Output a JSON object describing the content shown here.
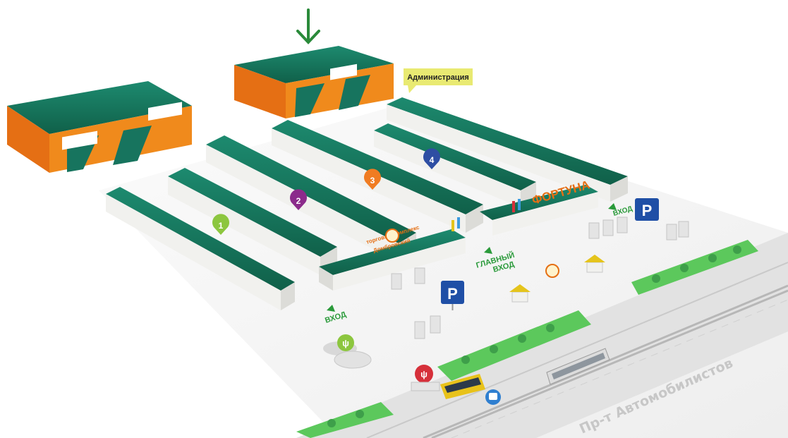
{
  "colors": {
    "roof": "#17745e",
    "roof_dark": "#0f5a48",
    "wall": "#f1f1ee",
    "orange": "#f08a1c",
    "green_arrow": "#2a8a3a",
    "parking": "#1f4fa6",
    "marker_1": "#8cc63e",
    "marker_2": "#8b2b8b",
    "marker_3": "#f07c22",
    "marker_4": "#2e4ea3",
    "tooltip": "#e9ea72",
    "grass": "#5cc85c",
    "road": "#e6e6e6",
    "restaurant": "#d6303a",
    "bus_stop": "#2f7fd0"
  },
  "markers": [
    {
      "id": "marker-1",
      "label": "1"
    },
    {
      "id": "marker-2",
      "label": "2"
    },
    {
      "id": "marker-3",
      "label": "3"
    },
    {
      "id": "marker-4",
      "label": "4"
    }
  ],
  "tooltip": {
    "text": "Администрация"
  },
  "entrances": {
    "main_line1": "ГЛАВНЫЙ",
    "main_line2": "ВХОД",
    "left": "ВХОД",
    "right": "ВХОД"
  },
  "signs": {
    "fortuna": "ФОРТУНА",
    "shop_line1": "торговый комплекс",
    "shop_line2": "Домбровский"
  },
  "parking": {
    "label": "P"
  },
  "road": {
    "name": "Пр-т Автомобилистов"
  },
  "icons": {
    "arrow": "arrow-down-icon",
    "restaurant": "cutlery-icon",
    "bus_stop": "bus-icon",
    "cafe": "cutlery-icon"
  }
}
